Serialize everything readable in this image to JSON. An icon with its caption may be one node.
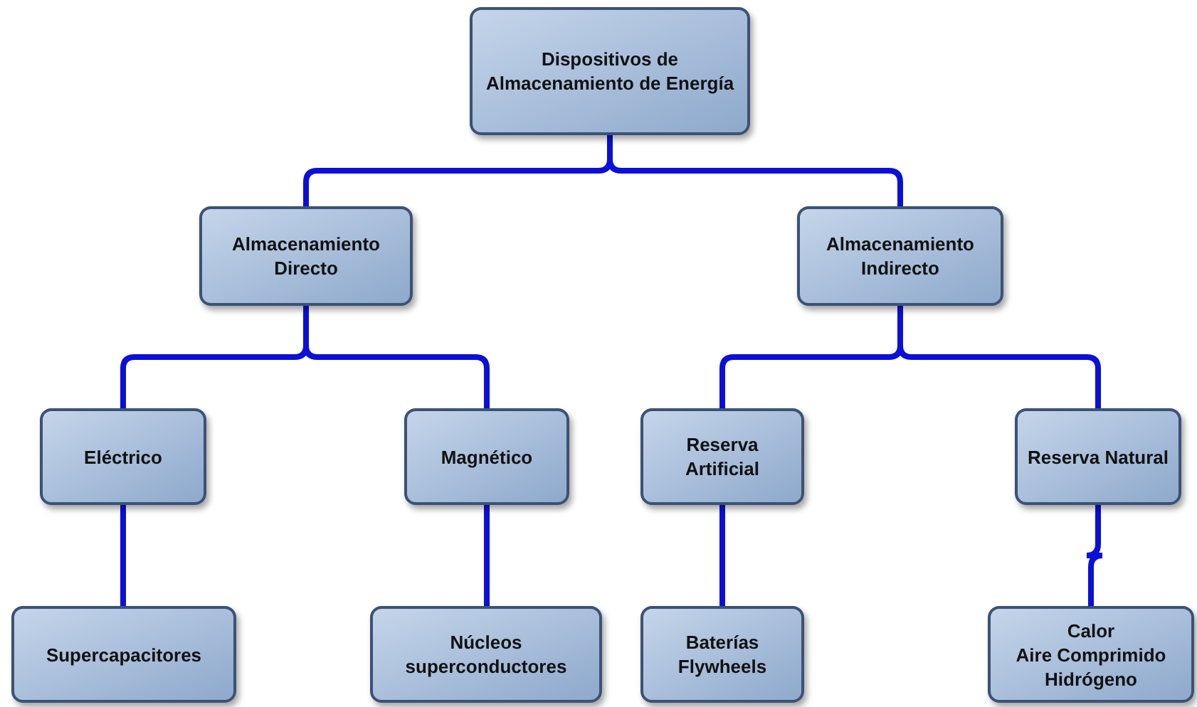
{
  "diagram": {
    "nodes": [
      {
        "text": [
          "Dispositivos de Almacenamiento de Energía"
        ]
      },
      {
        "text": [
          "Almacenamiento Directo"
        ]
      },
      {
        "text": [
          "Almacenamiento Indirecto"
        ]
      },
      {
        "text": [
          "Eléctrico"
        ]
      },
      {
        "text": [
          "Magnético"
        ]
      },
      {
        "text": [
          "Reserva Artificial"
        ]
      },
      {
        "text": [
          "Reserva Natural"
        ]
      },
      {
        "text": [
          "Supercapacitores"
        ]
      },
      {
        "text": [
          "Núcleos superconductores"
        ]
      },
      {
        "text": [
          "Baterías",
          "Flywheels"
        ]
      },
      {
        "text": [
          "Calor",
          "Aire Comprimido",
          "Hidrógeno"
        ]
      }
    ],
    "edges": [
      {
        "from": 0,
        "to": 1,
        "arrow": "none"
      },
      {
        "from": 0,
        "to": 2,
        "arrow": "none"
      },
      {
        "from": 1,
        "to": 3,
        "arrow": "none"
      },
      {
        "from": 1,
        "to": 4,
        "arrow": "none"
      },
      {
        "from": 2,
        "to": 5,
        "arrow": "none"
      },
      {
        "from": 2,
        "to": 6,
        "arrow": "none"
      },
      {
        "from": 3,
        "to": 7,
        "arrow": "none"
      },
      {
        "from": 4,
        "to": 8,
        "arrow": "none"
      },
      {
        "from": 5,
        "to": 9,
        "arrow": "none"
      },
      {
        "from": 6,
        "to": 10,
        "arrow": "none"
      }
    ]
  }
}
